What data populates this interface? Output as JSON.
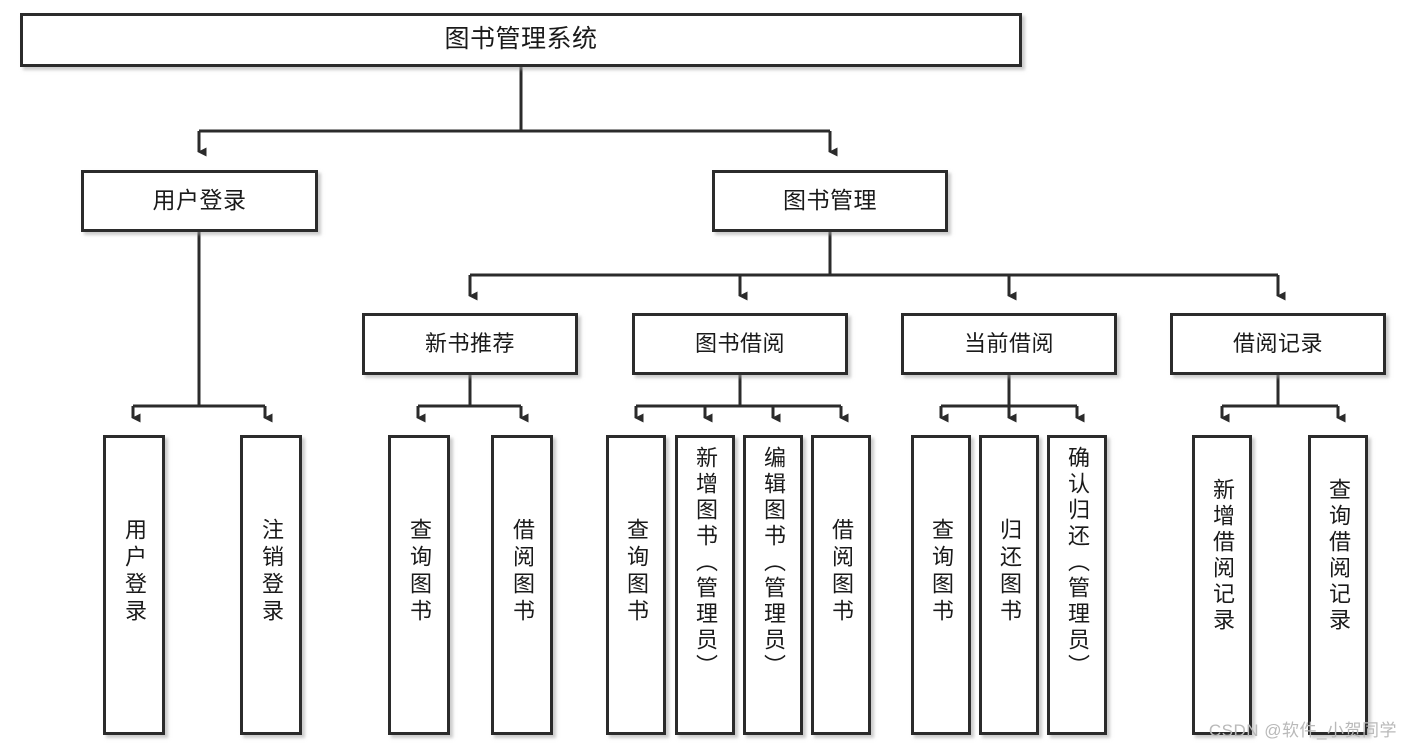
{
  "diagram": {
    "title": "图书管理系统",
    "type": "tree-hierarchy-diagram",
    "root": {
      "label": "图书管理系统"
    },
    "level2": [
      {
        "label": "用户登录"
      },
      {
        "label": "图书管理"
      }
    ],
    "level3": [
      {
        "label": "新书推荐"
      },
      {
        "label": "图书借阅"
      },
      {
        "label": "当前借阅"
      },
      {
        "label": "借阅记录"
      }
    ],
    "leaves": {
      "user_login": [
        {
          "label": "用户登录"
        },
        {
          "label": "注销登录"
        }
      ],
      "new_book_recommend": [
        {
          "label": "查询图书"
        },
        {
          "label": "借阅图书"
        }
      ],
      "book_borrow": [
        {
          "label": "查询图书"
        },
        {
          "label": "新增图书（管理员）"
        },
        {
          "label": "编辑图书（管理员）"
        },
        {
          "label": "借阅图书"
        }
      ],
      "current_borrow": [
        {
          "label": "查询图书"
        },
        {
          "label": "归还图书"
        },
        {
          "label": "确认归还（管理员）"
        }
      ],
      "borrow_record": [
        {
          "label": "新增借阅记录"
        },
        {
          "label": "查询借阅记录"
        }
      ]
    }
  },
  "watermark": {
    "text": "CSDN @软件_小贺同学"
  },
  "colors": {
    "box_border": "#2b2b2b",
    "box_fill": "#ffffff",
    "line": "#2b2b2b",
    "watermark": "#b9b9b9",
    "background": "#ffffff"
  }
}
